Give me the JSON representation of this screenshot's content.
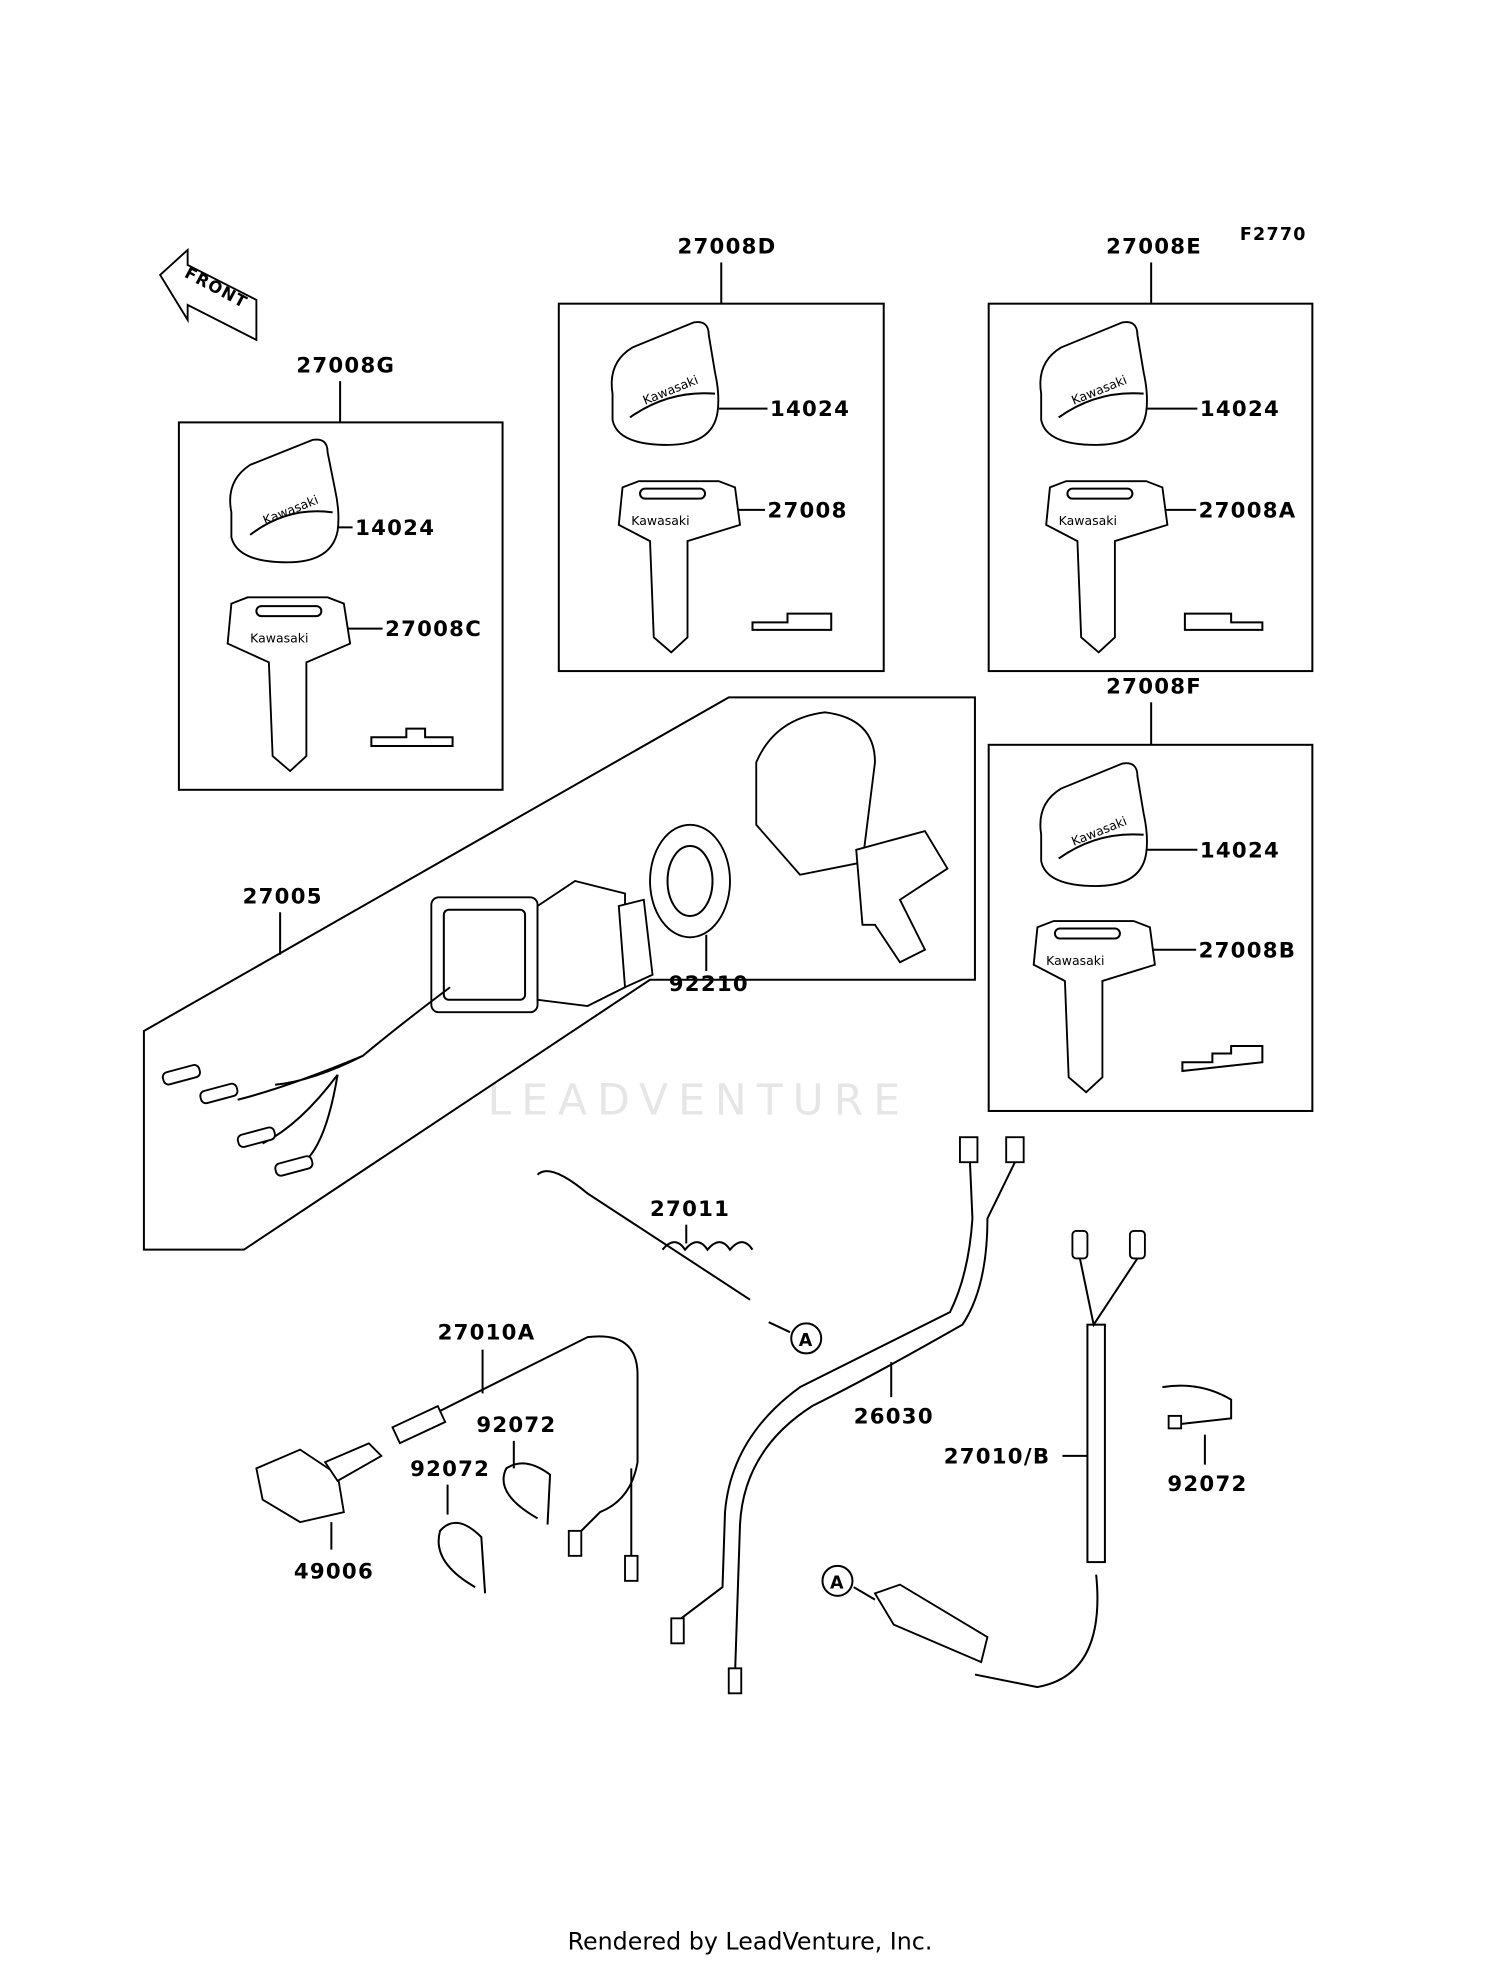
{
  "diagram_code": "F2770",
  "front_label": "FRONT",
  "watermark": "LEADVENTURE",
  "brand_mark": "Kawasaki",
  "footer": "Rendered by LeadVenture, Inc.",
  "callouts": {
    "set_g": "27008G",
    "set_g_knob": "14024",
    "set_g_key": "27008C",
    "set_d": "27008D",
    "set_d_knob": "14024",
    "set_d_key": "27008",
    "set_e": "27008E",
    "set_e_knob": "14024",
    "set_e_key": "27008A",
    "set_f": "27008F",
    "set_f_knob": "14024",
    "set_f_key": "27008B",
    "switch_assy": "27005",
    "nut": "92210",
    "spring": "27011",
    "ref_a_top": "A",
    "harness_a": "27010A",
    "clamp_1": "92072",
    "clamp_2": "92072",
    "cap": "49006",
    "lead": "26030",
    "harness_b": "27010/B",
    "clamp_3": "92072",
    "ref_a_bottom": "A"
  }
}
